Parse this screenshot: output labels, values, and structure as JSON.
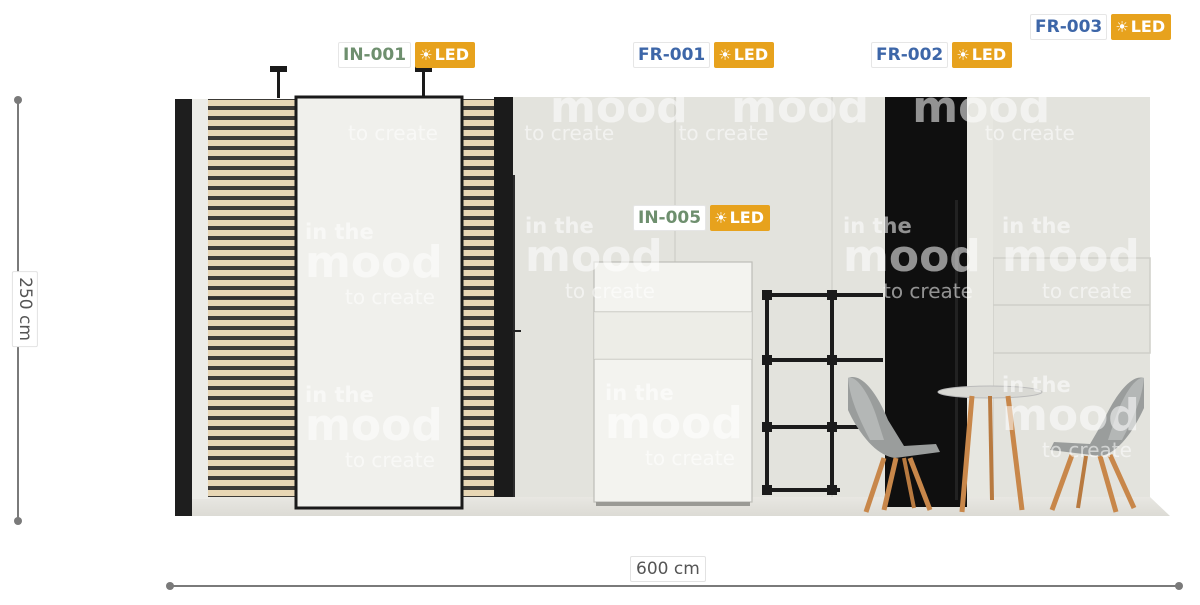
{
  "dimensions": {
    "height": "250 cm",
    "width": "600 cm"
  },
  "labels": [
    {
      "code": "IN-001",
      "led": "LED",
      "color": "#6e8f6e"
    },
    {
      "code": "FR-001",
      "led": "LED",
      "color": "#3d66a8"
    },
    {
      "code": "FR-002",
      "led": "LED",
      "color": "#3d66a8"
    },
    {
      "code": "FR-003",
      "led": "LED",
      "color": "#3d66a8"
    },
    {
      "code": "IN-005",
      "led": "LED",
      "color": "#6e8f6e"
    }
  ],
  "watermark": {
    "line1": "in the",
    "line2": "mood",
    "line3": "to create"
  },
  "colors": {
    "led_badge": "#e7a21d",
    "wall": "#e2e2dc",
    "frame": "#1d1d1d",
    "slat_wood": "#e6d3b0"
  },
  "icons": {
    "led": "sun-icon"
  }
}
